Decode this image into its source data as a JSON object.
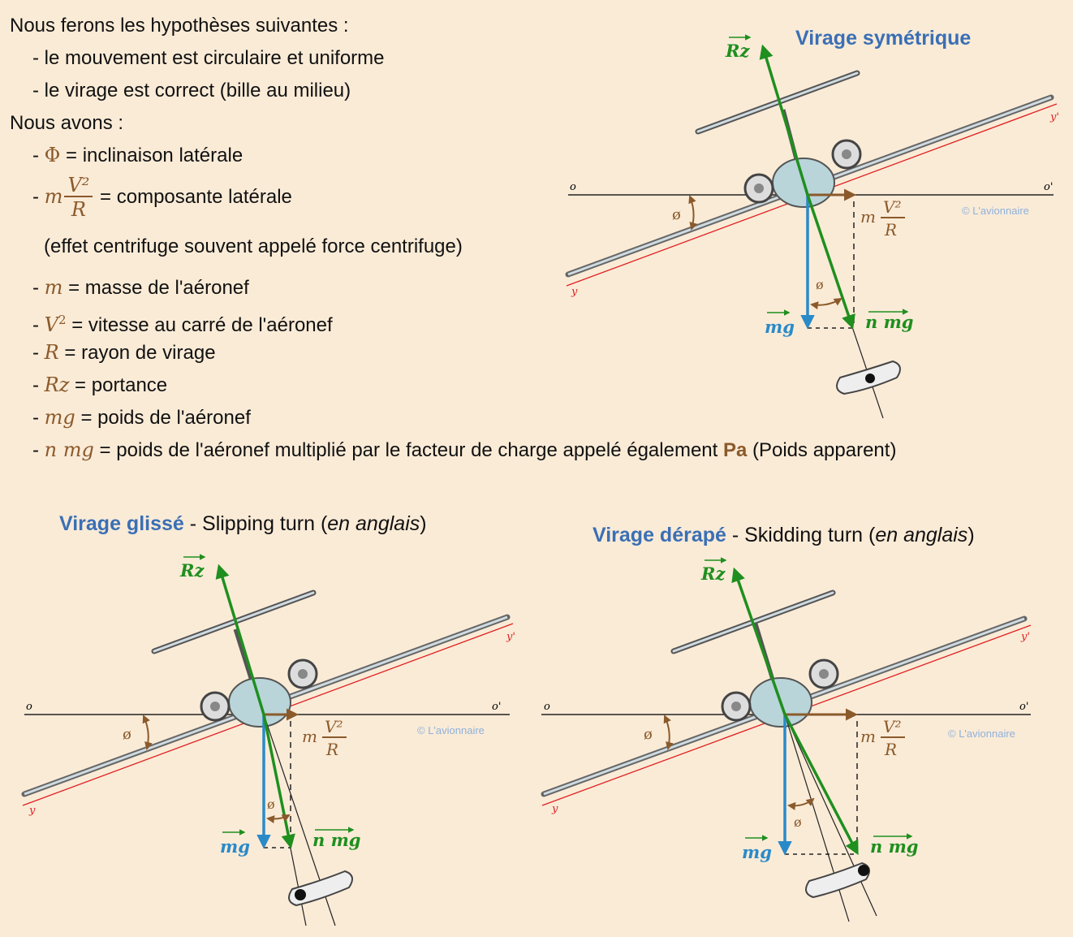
{
  "intro": {
    "line1": "Nous ferons les hypothèses suivantes :",
    "hyp1": "- le mouvement est circulaire et uniforme",
    "hyp2": "- le virage est correct (bille au milieu)",
    "line2": "Nous avons :"
  },
  "defs": [
    {
      "dash": "- ",
      "sym": "Φ",
      "text": " = inclinaison latérale"
    },
    {
      "dash": "- ",
      "sym_m": "m",
      "sym_num": "V²",
      "sym_den": "R",
      "text": " = composante latérale"
    },
    {
      "note": "(effet centrifuge souvent appelé force centrifuge)"
    },
    {
      "dash": "- ",
      "sym": "m",
      "text": " = masse de l'aéronef"
    },
    {
      "dash": "- ",
      "sym": "V",
      "sup": "2",
      "text": " = vitesse au carré de l'aéronef"
    },
    {
      "dash": "- ",
      "sym": "R",
      "text": " = rayon de virage"
    },
    {
      "dash": "- ",
      "sym": "Rz",
      "text": " = portance"
    },
    {
      "dash": "- ",
      "sym": "mg",
      "text": " = poids de l'aéronef"
    },
    {
      "dash": "- ",
      "sym": "n mg",
      "text": " = poids de l'aéronef multiplié par le facteur de charge appelé également ",
      "pa": "Pa",
      "after": " (Poids apparent)"
    }
  ],
  "diagrams": {
    "sym": {
      "title": "Virage symétrique"
    },
    "glisse": {
      "title": "Virage glissé",
      "sep": " - ",
      "en": "Slipping turn (",
      "en_it": "en anglais",
      "en_end": ")"
    },
    "derape": {
      "title": "Virage dérapé",
      "sep": " - ",
      "en": "Skidding turn (",
      "en_it": "en anglais",
      "en_end": ")"
    }
  },
  "labels": {
    "rz": "Rz",
    "mg": "mg",
    "nmg": "n mg",
    "m": "m",
    "v2": "V²",
    "r": "R",
    "phi": "ø",
    "o": "o",
    "o_prime": "o'",
    "y": "y",
    "y_prime": "y'",
    "watermark": "© L'avionnaire"
  },
  "colors": {
    "background": "#faebd7",
    "title": "#3a6fb5",
    "green": "#1f8f1f",
    "blue": "#2a8ac8",
    "brown": "#8b5a2b",
    "red": "#e02020"
  }
}
